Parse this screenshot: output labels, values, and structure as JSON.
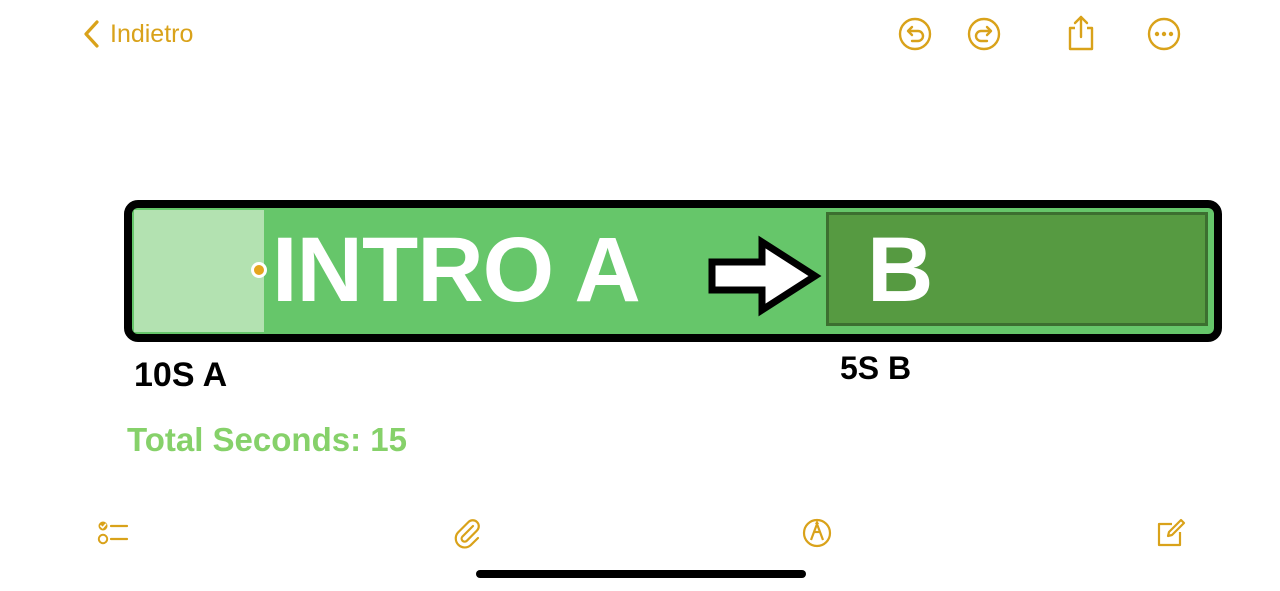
{
  "nav": {
    "back_label": "Indietro",
    "accent_color": "#d9a21a",
    "icons": [
      "chevron-left-icon",
      "undo-icon",
      "redo-icon",
      "share-icon",
      "more-icon"
    ]
  },
  "note": {
    "banner": {
      "main_text": "INTRO A",
      "arrow": "right-arrow",
      "b_text": "B",
      "colors": {
        "border": "#000000",
        "main": "#66c66a",
        "a_zone": "#b3e2b1",
        "b_zone": "#569a41"
      }
    },
    "label_a": "10S A",
    "label_b": "5S B",
    "total": "Total Seconds: 15",
    "total_color": "#86d16a"
  },
  "toolbar": {
    "icons": [
      "checklist-icon",
      "paperclip-icon",
      "markup-icon",
      "compose-icon"
    ]
  }
}
